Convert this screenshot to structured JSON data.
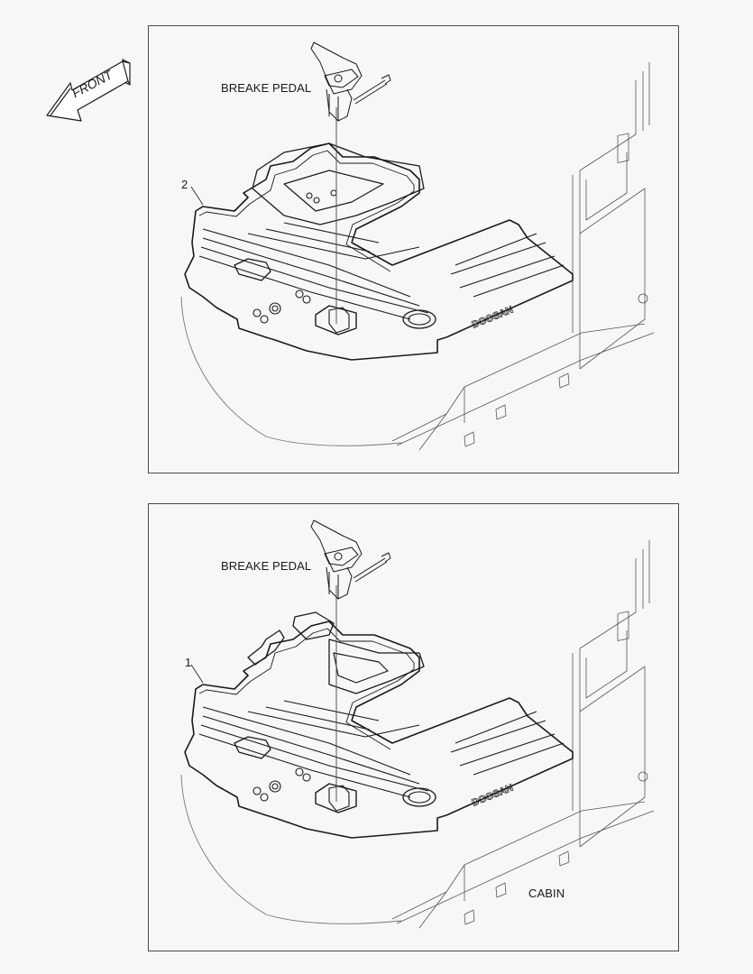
{
  "orientation": {
    "label": "FRONT",
    "icon": "front-direction-arrow-icon"
  },
  "panels": [
    {
      "id": "top",
      "callout_number": "2",
      "component_label": "BREAKE PEDAL",
      "brand_text": "DOOSAN"
    },
    {
      "id": "bottom",
      "callout_number": "1",
      "component_label": "BREAKE PEDAL",
      "brand_text": "DOOSAN",
      "assembly_label": "CABIN"
    }
  ],
  "colors": {
    "background": "#f7f7f7",
    "frame": "#4a4a4a",
    "line": "#1a1a1a"
  }
}
